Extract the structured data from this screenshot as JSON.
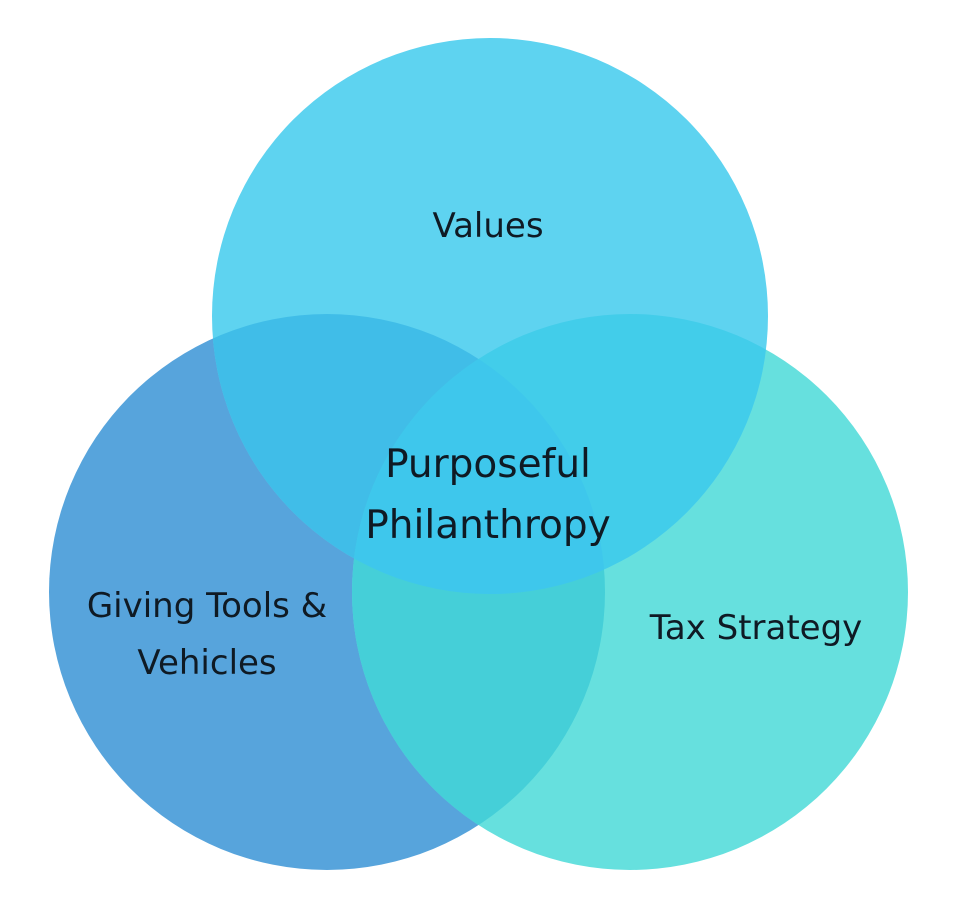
{
  "diagram": {
    "circles": {
      "values": {
        "label": "Values",
        "color": "#5ed3f0"
      },
      "giving": {
        "label_line1": "Giving Tools &",
        "label_line2": "Vehicles",
        "color": "#57a4dc"
      },
      "tax": {
        "label": "Tax Strategy",
        "color": "#66e0de"
      }
    },
    "overlaps": {
      "values_giving_color": "#40bde8",
      "values_tax_color": "#42cdea",
      "giving_tax_color": "#45cfd8",
      "center_color": "#3ec7ec"
    },
    "center": {
      "line1": "Purposeful",
      "line2": "Philanthropy"
    }
  }
}
